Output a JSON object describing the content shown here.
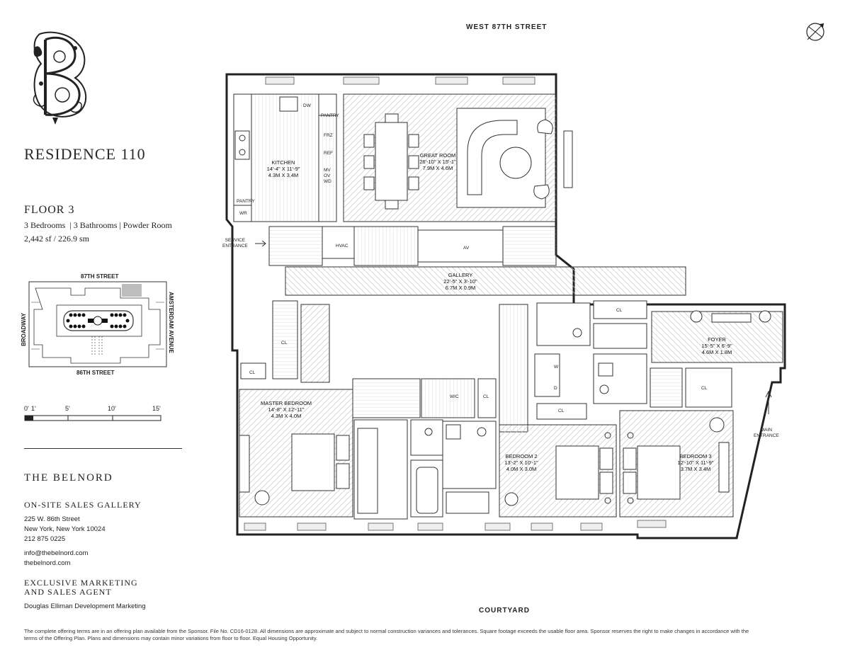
{
  "header": {
    "residence": "RESIDENCE 110",
    "floor": "FLOOR 3",
    "rooms_line": "3 Bedrooms  | 3 Bathrooms | Powder Room",
    "area_line": "2,442 sf / 226.9 sm"
  },
  "keyplan": {
    "north_street": "87TH STREET",
    "south_street": "86TH STREET",
    "west_street": "BROADWAY",
    "east_street": "AMSTERDAM AVENUE"
  },
  "scale": {
    "labels": [
      "0'",
      "1'",
      "5'",
      "10'",
      "15'"
    ]
  },
  "brand": {
    "name": "THE BELNORD",
    "gallery_title": "ON-SITE SALES GALLERY",
    "address1": "225 W. 86th Street",
    "address2": "New York, New York 10024",
    "phone": "212 875 0225",
    "email": "info@thebelnord.com",
    "website": "thebelnord.com",
    "agent_title1": "EXCLUSIVE MARKETING",
    "agent_title2": "AND SALES AGENT",
    "agent_name": "Douglas Elliman Development Marketing"
  },
  "plan": {
    "top_street": "WEST 87TH STREET",
    "bottom_label": "COURTYARD",
    "service_entrance": [
      "SERVICE",
      "ENTRANCE"
    ],
    "main_entrance": [
      "MAIN",
      "ENTRANCE"
    ],
    "rooms": {
      "kitchen": {
        "name": "KITCHEN",
        "dim1": "14'-4\" X 11'-9\"",
        "dim2": "4.3M X 3.4M"
      },
      "great_room": {
        "name": "GREAT ROOM",
        "dim1": "26'-10\" X 15'-1\"",
        "dim2": "7.9M X 4.6M"
      },
      "gallery": {
        "name": "GALLERY",
        "dim1": "22'-5\" X 3'-10\"",
        "dim2": "6.7M X 0.9M"
      },
      "foyer": {
        "name": "FOYER",
        "dim1": "15'-5\" X 6'-9\"",
        "dim2": "4.6M X 1.8M"
      },
      "master": {
        "name": "MASTER BEDROOM",
        "dim1": "14'-8\" X 12'-11\"",
        "dim2": "4.3M X 4.0M"
      },
      "bedroom2": {
        "name": "BEDROOM 2",
        "dim1": "13'-2\" X 10'-1\"",
        "dim2": "4.0M X 3.0M"
      },
      "bedroom3": {
        "name": "BEDROOM 3",
        "dim1": "12'-10\" X 11'-9\"",
        "dim2": "3.7M X 3.4M"
      }
    },
    "small_labels": {
      "dw": "DW",
      "pantry_top": "PANTRY",
      "frz": "FRZ",
      "ref": "REF",
      "mv": "MV",
      "ov": "OV",
      "wd": "WD",
      "pantry_bottom": "PANTRY",
      "wr": "WR",
      "hvac": "HVAC",
      "av": "AV",
      "cl": "CL",
      "wic": "WIC",
      "w": "W",
      "d": "D"
    }
  },
  "footer": {
    "line1": "The complete offering terms are in an offering plan available from the Sponsor. File No. CD16-0128. All dimensions are approximate and subject to normal construction variances and tolerances. Square footage exceeds the usable floor area. Sponsor reserves the right to make changes in accordance with the",
    "line2": "terms of the Offering Plan. Plans and dimensions may contain minor variations from floor to floor. Equal Housing Opportunity."
  }
}
